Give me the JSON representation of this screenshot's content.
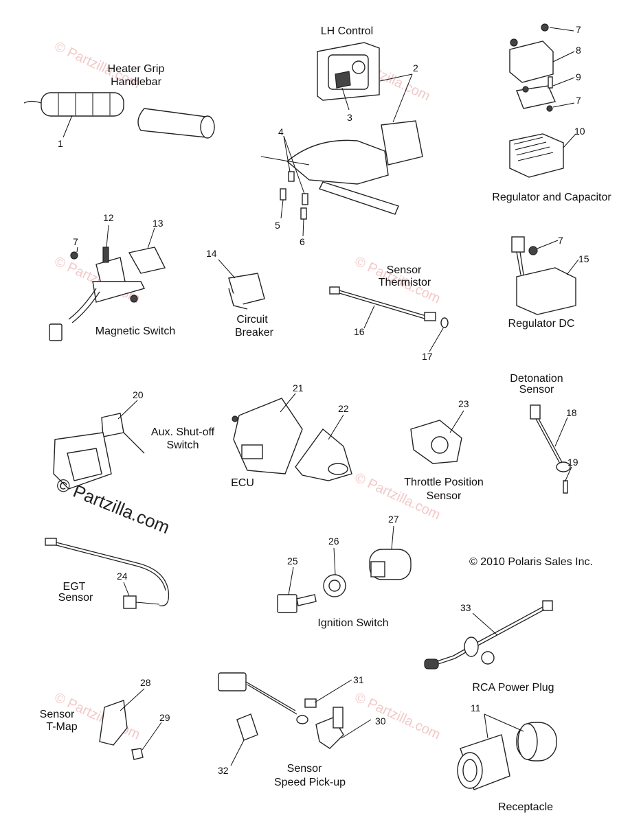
{
  "groups": {
    "heater_grip": [
      "Heater Grip",
      "Handlebar"
    ],
    "lh_control": "LH Control",
    "regulator_capacitor": "Regulator and Capacitor",
    "magnetic_switch": "Magnetic Switch",
    "circuit_breaker": [
      "Circuit",
      "Breaker"
    ],
    "sensor_thermistor": [
      "Sensor",
      "Thermistor"
    ],
    "regulator_dc": "Regulator DC",
    "detonation_sensor": [
      "Detonation",
      "Sensor"
    ],
    "aux_shutoff": [
      "Aux. Shut-off",
      "Switch"
    ],
    "ecu": "ECU",
    "throttle_position": [
      "Throttle Position",
      "Sensor"
    ],
    "egt_sensor": [
      "EGT",
      "Sensor"
    ],
    "ignition_switch": "Ignition Switch",
    "rca_power_plug": "RCA Power Plug",
    "sensor_tmap": [
      "Sensor",
      "T-Map"
    ],
    "sensor_speed": [
      "Sensor",
      "Speed Pick-up"
    ],
    "receptacle": "Receptacle"
  },
  "copyright": "© 2010 Polaris Sales Inc.",
  "watermark": {
    "main": "© Partzilla.com",
    "faint": "© Partzilla.com"
  },
  "callouts": {
    "c1": "1",
    "c2": "2",
    "c3": "3",
    "c4": "4",
    "c5": "5",
    "c6": "6",
    "c7a": "7",
    "c7b": "7",
    "c7c": "7",
    "c7d": "7",
    "c8": "8",
    "c9": "9",
    "c10": "10",
    "c11": "11",
    "c12": "12",
    "c13": "13",
    "c14": "14",
    "c15": "15",
    "c16": "16",
    "c17": "17",
    "c18": "18",
    "c19": "19",
    "c20": "20",
    "c21": "21",
    "c22": "22",
    "c23": "23",
    "c24": "24",
    "c25": "25",
    "c26": "26",
    "c27": "27",
    "c28": "28",
    "c29": "29",
    "c30": "30",
    "c31": "31",
    "c32": "32",
    "c33": "33"
  }
}
